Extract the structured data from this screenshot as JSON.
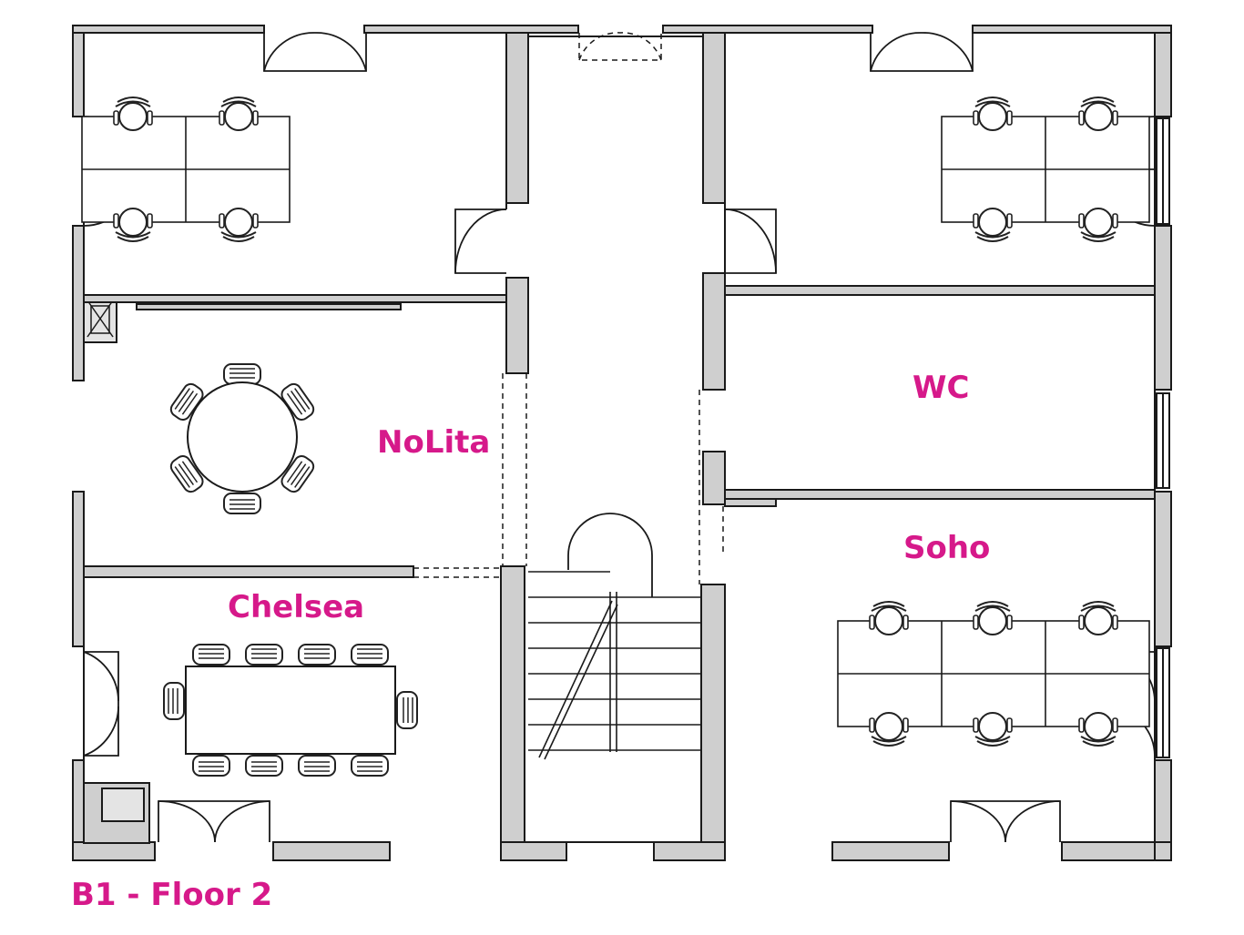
{
  "floor_label": "B1 - Floor 2",
  "rooms": {
    "nolita": "NoLita",
    "wc": "WC",
    "soho": "Soho",
    "chelsea": "Chelsea"
  },
  "colors": {
    "label": "#d6198a",
    "wall": "#cfcfcf",
    "line": "#1a1a1a"
  }
}
